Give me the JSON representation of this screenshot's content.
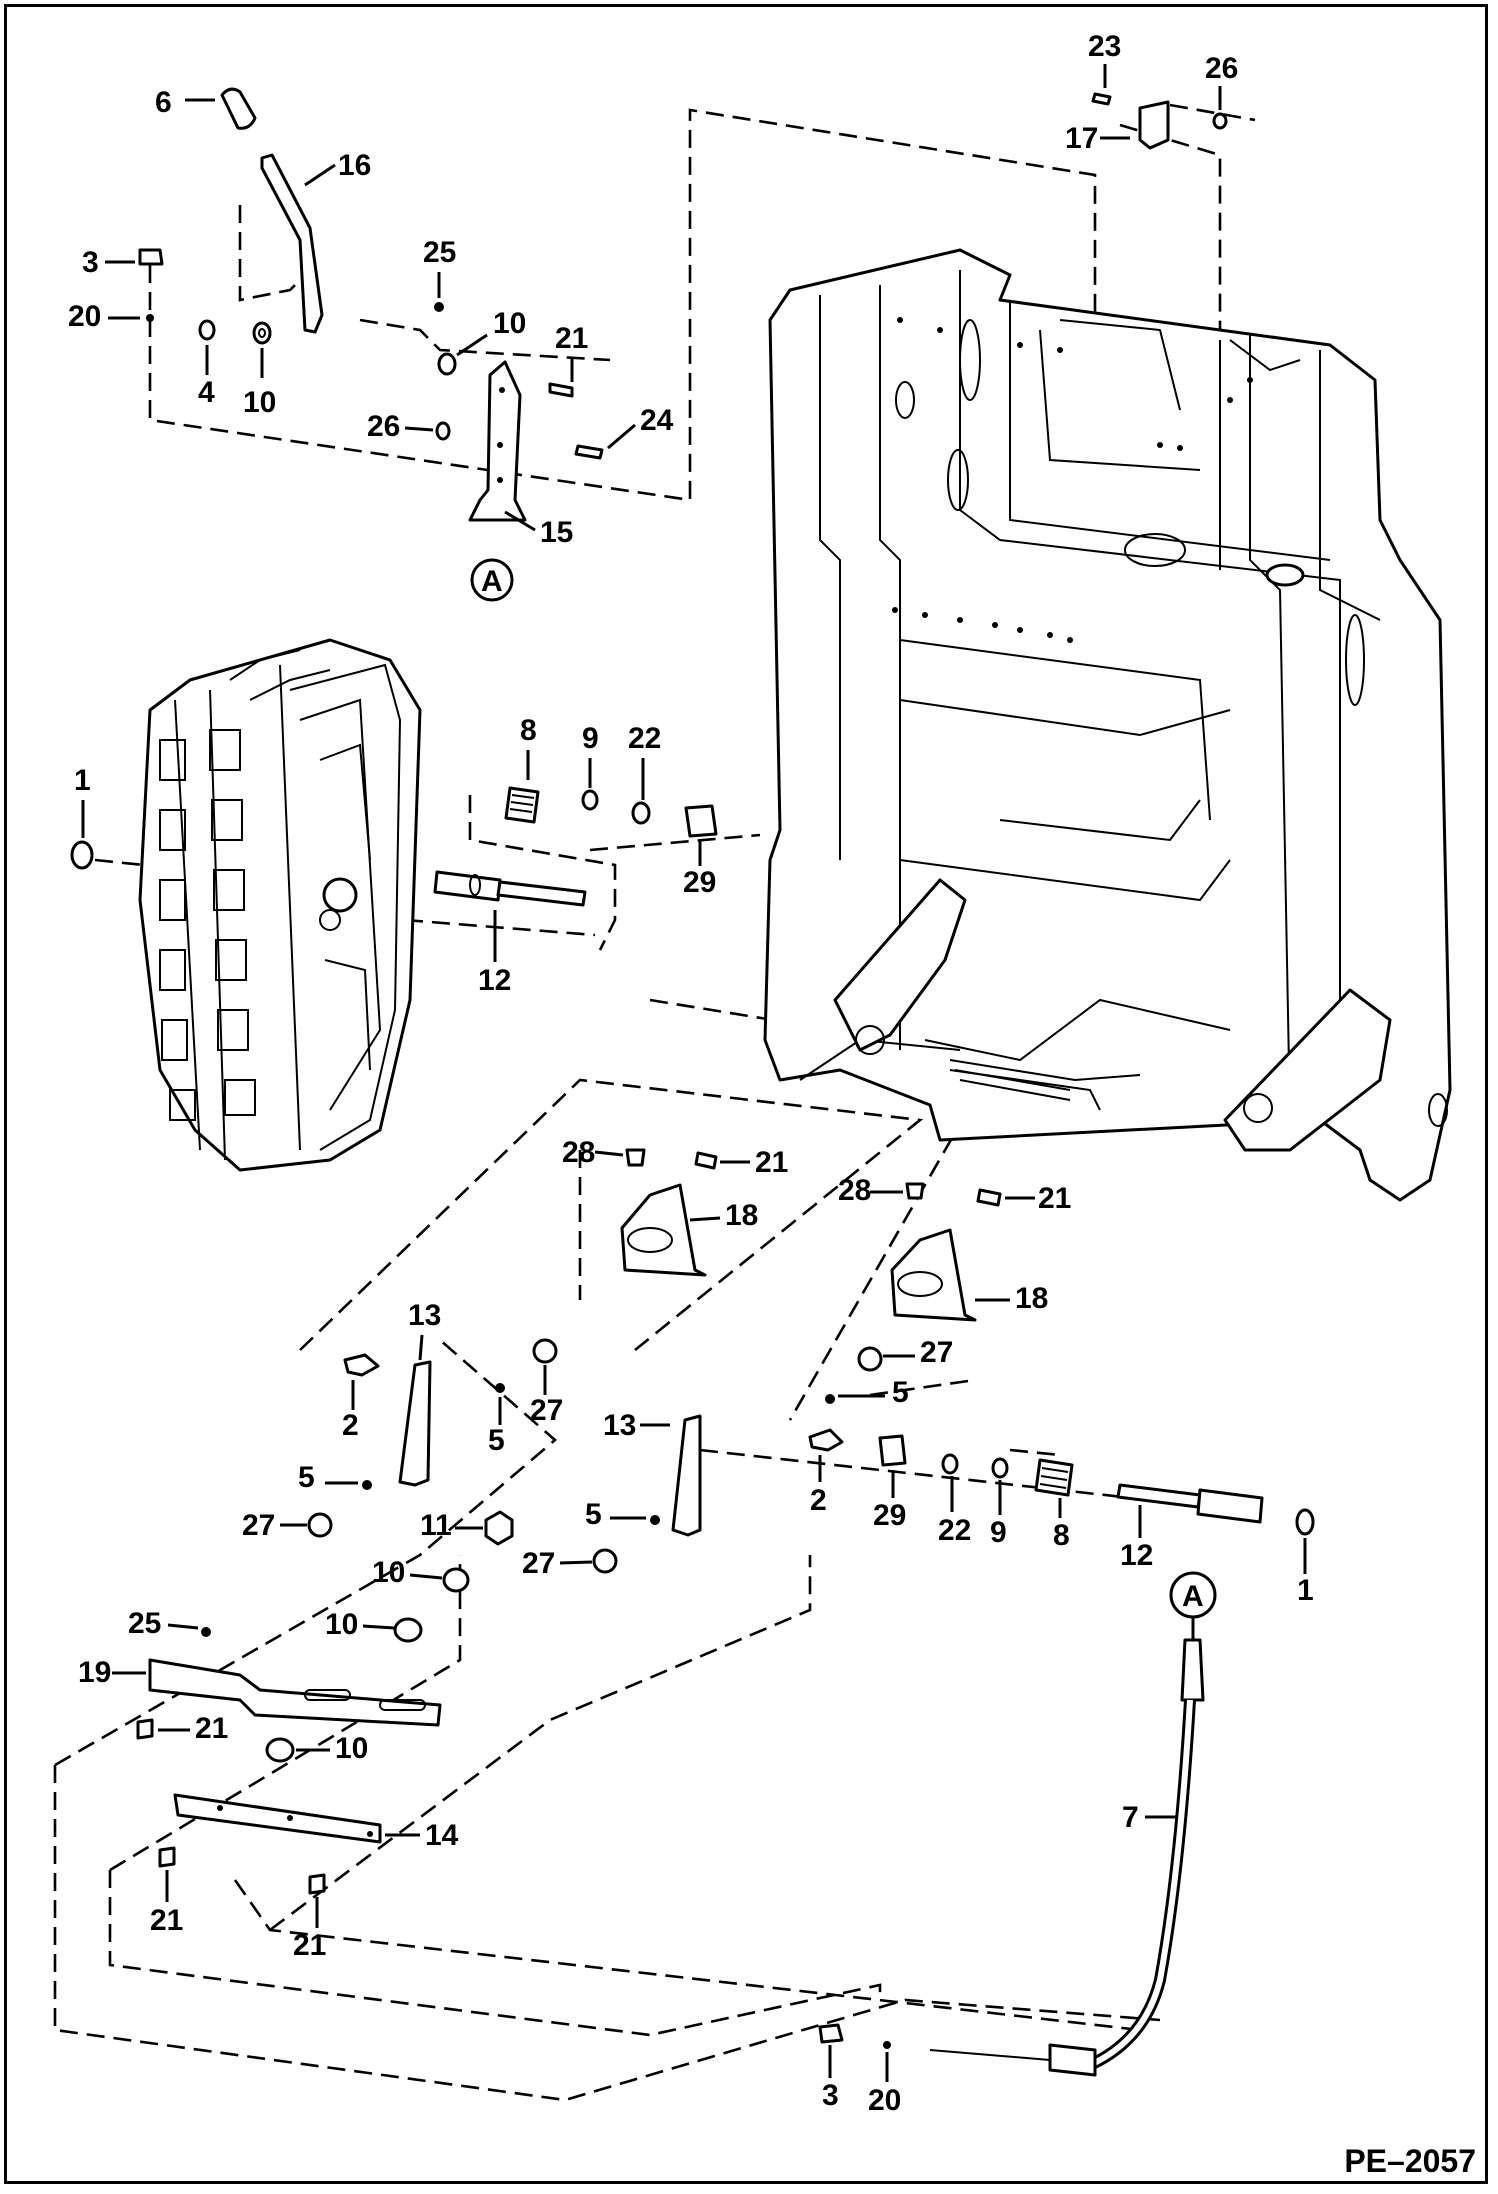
{
  "diagram": {
    "document_id": "PE–2057",
    "reference_marker": "A",
    "callouts": [
      {
        "id": "c6",
        "text": "6"
      },
      {
        "id": "c16",
        "text": "16"
      },
      {
        "id": "c3a",
        "text": "3"
      },
      {
        "id": "c20a",
        "text": "20"
      },
      {
        "id": "c25a",
        "text": "25"
      },
      {
        "id": "c4",
        "text": "4"
      },
      {
        "id": "c10a",
        "text": "10"
      },
      {
        "id": "c10b",
        "text": "10"
      },
      {
        "id": "c21a",
        "text": "21"
      },
      {
        "id": "c26a",
        "text": "26"
      },
      {
        "id": "c24",
        "text": "24"
      },
      {
        "id": "c15",
        "text": "15"
      },
      {
        "id": "c23",
        "text": "23"
      },
      {
        "id": "c26b",
        "text": "26"
      },
      {
        "id": "c17",
        "text": "17"
      },
      {
        "id": "c1a",
        "text": "1"
      },
      {
        "id": "c8a",
        "text": "8"
      },
      {
        "id": "c9a",
        "text": "9"
      },
      {
        "id": "c22a",
        "text": "22"
      },
      {
        "id": "c29a",
        "text": "29"
      },
      {
        "id": "c12a",
        "text": "12"
      },
      {
        "id": "c28a",
        "text": "28"
      },
      {
        "id": "c21b",
        "text": "21"
      },
      {
        "id": "c18a",
        "text": "18"
      },
      {
        "id": "c28b",
        "text": "28"
      },
      {
        "id": "c21c",
        "text": "21"
      },
      {
        "id": "c18b",
        "text": "18"
      },
      {
        "id": "c13a",
        "text": "13"
      },
      {
        "id": "c2a",
        "text": "2"
      },
      {
        "id": "c5a",
        "text": "5"
      },
      {
        "id": "c27a",
        "text": "27"
      },
      {
        "id": "c5b",
        "text": "5"
      },
      {
        "id": "c27b",
        "text": "27"
      },
      {
        "id": "c11",
        "text": "11"
      },
      {
        "id": "c10c",
        "text": "10"
      },
      {
        "id": "c10d",
        "text": "10"
      },
      {
        "id": "c27c",
        "text": "27"
      },
      {
        "id": "c5c",
        "text": "5"
      },
      {
        "id": "c27d",
        "text": "27"
      },
      {
        "id": "c5d",
        "text": "5"
      },
      {
        "id": "c13b",
        "text": "13"
      },
      {
        "id": "c2b",
        "text": "2"
      },
      {
        "id": "c29b",
        "text": "29"
      },
      {
        "id": "c22b",
        "text": "22"
      },
      {
        "id": "c9b",
        "text": "9"
      },
      {
        "id": "c8b",
        "text": "8"
      },
      {
        "id": "c12b",
        "text": "12"
      },
      {
        "id": "c1b",
        "text": "1"
      },
      {
        "id": "c25b",
        "text": "25"
      },
      {
        "id": "c19",
        "text": "19"
      },
      {
        "id": "c21d",
        "text": "21"
      },
      {
        "id": "c10e",
        "text": "10"
      },
      {
        "id": "c14",
        "text": "14"
      },
      {
        "id": "c21e",
        "text": "21"
      },
      {
        "id": "c21f",
        "text": "21"
      },
      {
        "id": "c7",
        "text": "7"
      },
      {
        "id": "c3b",
        "text": "3"
      },
      {
        "id": "c20b",
        "text": "20"
      }
    ]
  }
}
